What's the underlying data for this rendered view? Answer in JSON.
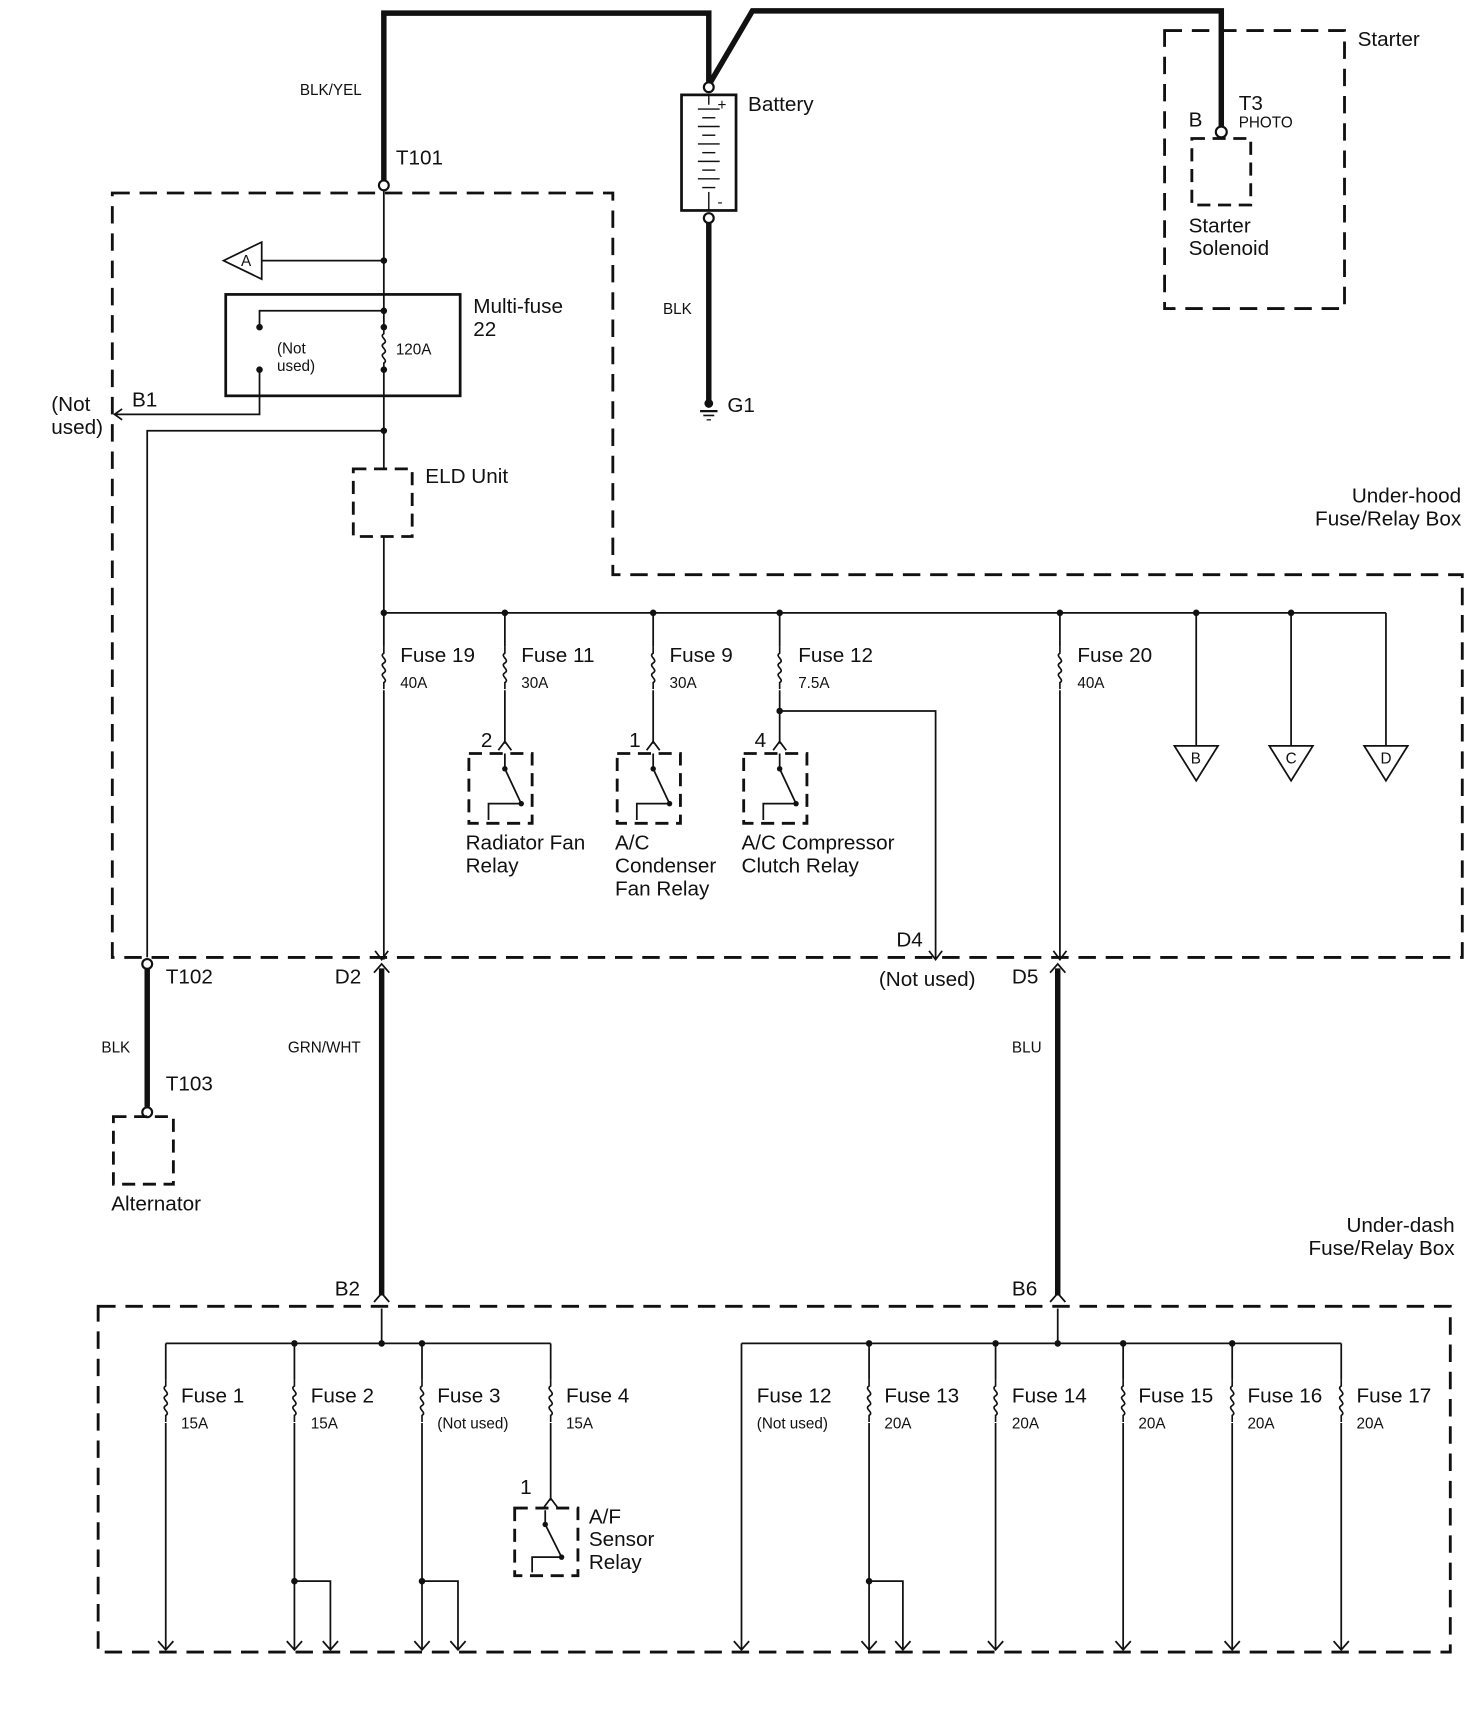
{
  "wires": {
    "top_left": "BLK/YEL",
    "battery_ground": "BLK",
    "alternator": "BLK",
    "d2_b2": "GRN/WHT",
    "d5_b6": "BLU"
  },
  "battery": {
    "label": "Battery",
    "plus": "+",
    "minus": "-",
    "ground": "G1"
  },
  "starter": {
    "label": "Starter",
    "terminal": "T3",
    "terminal_note": "PHOTO",
    "pin": "B",
    "solenoid_line1": "Starter",
    "solenoid_line2": "Solenoid"
  },
  "underhood": {
    "label_line1": "Under-hood",
    "label_line2": "Fuse/Relay Box",
    "t101": "T101",
    "connector_a": "A",
    "multifuse_line1": "Multi-fuse",
    "multifuse_line2": "22",
    "multifuse_notused_1": "(Not",
    "multifuse_notused_2": "used)",
    "multifuse_rating": "120A",
    "b1": "B1",
    "b1_note_1": "(Not",
    "b1_note_2": "used)",
    "eld": "ELD Unit",
    "fuses": [
      {
        "name": "Fuse 19",
        "rating": "40A"
      },
      {
        "name": "Fuse 11",
        "rating": "30A"
      },
      {
        "name": "Fuse 9",
        "rating": "30A"
      },
      {
        "name": "Fuse 12",
        "rating": "7.5A"
      },
      {
        "name": "Fuse 20",
        "rating": "40A"
      }
    ],
    "relays": [
      {
        "pin": "2",
        "line1": "Radiator Fan",
        "line2": "Relay",
        "line3": ""
      },
      {
        "pin": "1",
        "line1": "A/C",
        "line2": "Condenser",
        "line3": "Fan Relay"
      },
      {
        "pin": "4",
        "line1": "A/C Compressor",
        "line2": "Clutch Relay",
        "line3": ""
      }
    ],
    "connectors": [
      "B",
      "C",
      "D"
    ],
    "t102": "T102",
    "d2": "D2",
    "d4": "D4",
    "d4_note": "(Not used)",
    "d5": "D5"
  },
  "alternator": {
    "terminal": "T103",
    "label": "Alternator"
  },
  "underdash": {
    "label_line1": "Under-dash",
    "label_line2": "Fuse/Relay Box",
    "b2": "B2",
    "b6": "B6",
    "fuses": [
      {
        "name": "Fuse 1",
        "rating": "15A"
      },
      {
        "name": "Fuse 2",
        "rating": "15A"
      },
      {
        "name": "Fuse 3",
        "rating": "(Not used)"
      },
      {
        "name": "Fuse 4",
        "rating": "15A"
      },
      {
        "name": "Fuse 12",
        "rating": "(Not used)"
      },
      {
        "name": "Fuse 13",
        "rating": "20A"
      },
      {
        "name": "Fuse 14",
        "rating": "20A"
      },
      {
        "name": "Fuse 15",
        "rating": "20A"
      },
      {
        "name": "Fuse 16",
        "rating": "20A"
      },
      {
        "name": "Fuse 17",
        "rating": "20A"
      }
    ],
    "relay": {
      "pin": "1",
      "line1": "A/F",
      "line2": "Sensor",
      "line3": "Relay"
    }
  }
}
